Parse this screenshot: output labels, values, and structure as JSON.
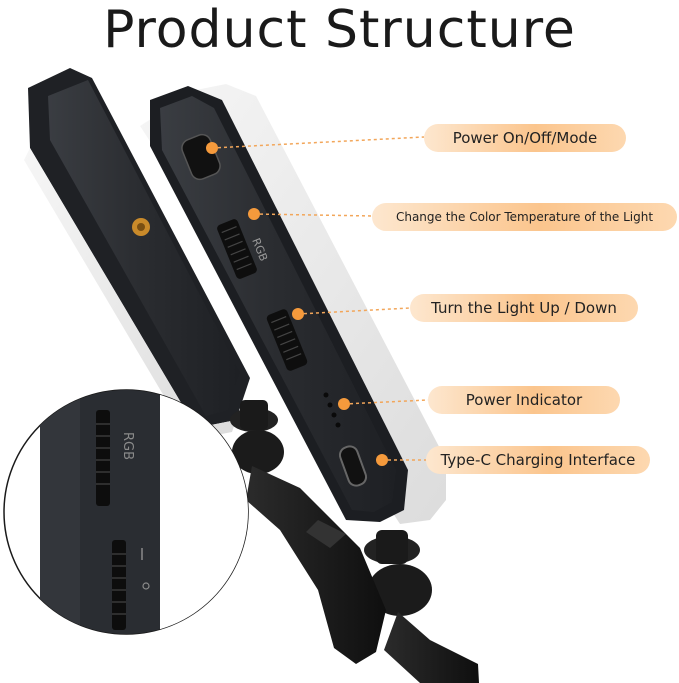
{
  "title": "Product Structure",
  "device_marking": "RGB",
  "callouts": [
    {
      "id": "power",
      "text": "Power On/Off/Mode"
    },
    {
      "id": "color-temp",
      "text": "Change the Color Temperature of the Light"
    },
    {
      "id": "brightness",
      "text": "Turn the Light Up / Down"
    },
    {
      "id": "indicator",
      "text": "Power Indicator"
    },
    {
      "id": "usb",
      "text": "Type-C Charging Interface"
    }
  ],
  "colors": {
    "label_orange": "#fbc58d",
    "leader_line": "#f2a65a",
    "device_body": "#2b2e33"
  }
}
